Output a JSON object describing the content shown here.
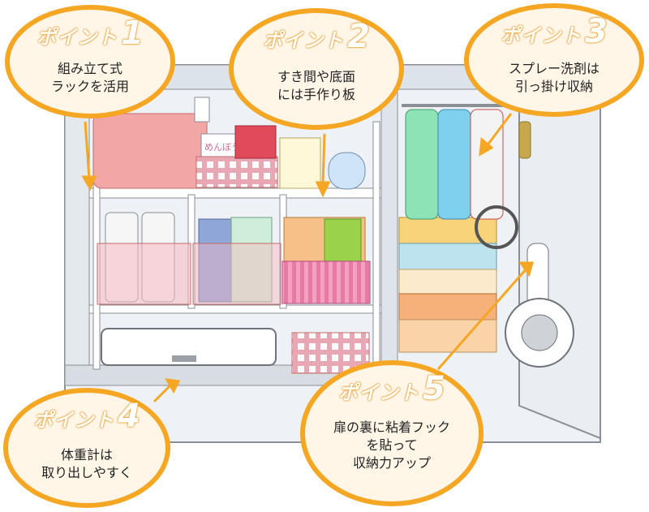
{
  "points": [
    {
      "label": "ポイント",
      "num": "1",
      "lines": [
        "組み立て式",
        "ラックを活用"
      ]
    },
    {
      "label": "ポイント",
      "num": "2",
      "lines": [
        "すき間や底面",
        "には手作り板"
      ]
    },
    {
      "label": "ポイント",
      "num": "3",
      "lines": [
        "スプレー洗剤は",
        "引っ掛け収納"
      ]
    },
    {
      "label": "ポイント",
      "num": "4",
      "lines": [
        "体重計は",
        "取り出しやすく"
      ]
    },
    {
      "label": "ポイント",
      "num": "5",
      "lines": [
        "扉の裏に粘着フック",
        "を貼って",
        "収納力アップ"
      ]
    }
  ],
  "box_label": "めんぼう",
  "colors": {
    "callout_border": "#f5a623",
    "callout_fill": "#fff6e8",
    "arrow": "#f5a623"
  }
}
